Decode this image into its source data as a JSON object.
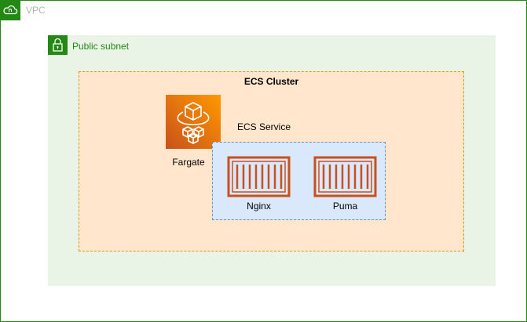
{
  "vpc": {
    "label": "VPC"
  },
  "subnet": {
    "label": "Public subnet"
  },
  "cluster": {
    "label": "ECS Cluster"
  },
  "fargate": {
    "label": "Fargate"
  },
  "service": {
    "label": "ECS Service",
    "containers": [
      {
        "label": "Nginx"
      },
      {
        "label": "Puma"
      }
    ]
  },
  "colors": {
    "vpc_green": "#248814",
    "subnet_fill": "#e9f3e6",
    "cluster_fill": "#ffe6cc",
    "cluster_border": "#d79b00",
    "service_fill": "#dae8fc",
    "service_border": "#6c8ebf",
    "container_orange": "#c8511b",
    "fargate_gradient_start": "#c8511b",
    "fargate_gradient_end": "#ff9900"
  },
  "icons": {
    "vpc": "cloud-icon",
    "subnet": "padlock-icon",
    "fargate": "fargate-icon",
    "container": "container-icon"
  }
}
